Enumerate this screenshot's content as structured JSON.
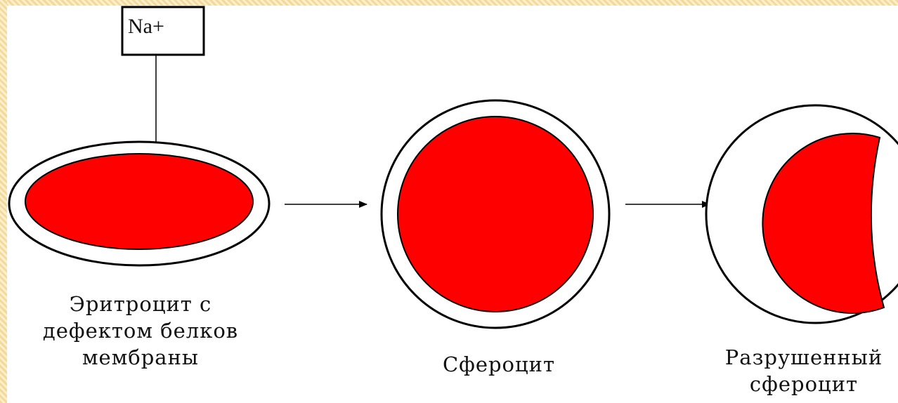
{
  "ion": {
    "label": "Na+"
  },
  "cells": [
    {
      "caption": [
        "Эритроцит с",
        "дефектом белков",
        "мембраны"
      ]
    },
    {
      "caption": [
        "Сфероцит"
      ]
    },
    {
      "caption": [
        "Разрушенный",
        "сфероцит"
      ]
    }
  ],
  "colors": {
    "cytoplasm": "#ff0000",
    "membrane": "#ffffff",
    "outline": "#000000"
  }
}
